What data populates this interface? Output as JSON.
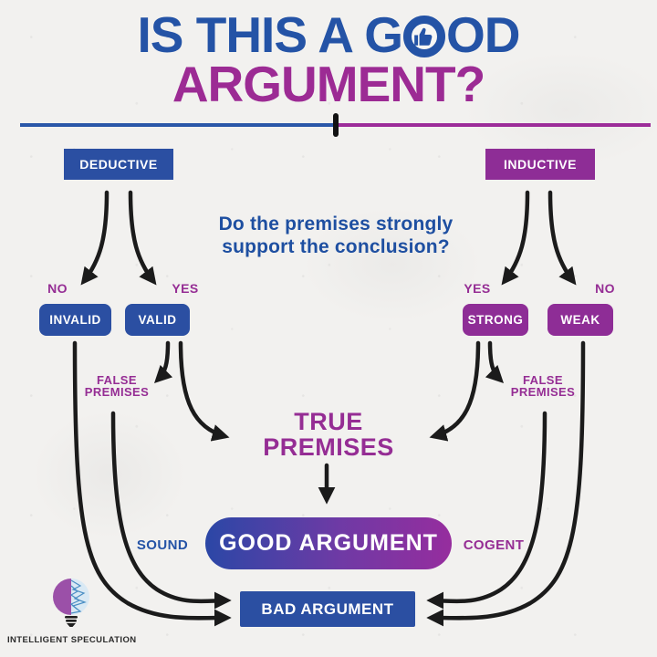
{
  "title": {
    "line1_before": "IS THIS A G",
    "line1_after": "OD",
    "line2": "ARGUMENT?"
  },
  "question": {
    "line1": "Do the premises strongly",
    "line2": "support the conclusion?"
  },
  "deductive": {
    "box": "DEDUCTIVE",
    "no": "NO",
    "yes": "YES",
    "invalid": "INVALID",
    "valid": "VALID",
    "false1": "FALSE",
    "false2": "PREMISES"
  },
  "inductive": {
    "box": "INDUCTIVE",
    "yes": "YES",
    "no": "NO",
    "strong": "STRONG",
    "weak": "WEAK",
    "false1": "FALSE",
    "false2": "PREMISES"
  },
  "center": {
    "true1": "TRUE",
    "true2": "PREMISES",
    "sound": "SOUND",
    "good": "GOOD ARGUMENT",
    "cogent": "COGENT",
    "bad": "BAD ARGUMENT"
  },
  "footer": {
    "brand": "INTELLIGENT SPECULATION"
  },
  "icons": {
    "title_icon": "thumbs-up",
    "logo_icon": "half-purple-half-circuit-lightbulb"
  },
  "colors": {
    "blue": "#2453a6",
    "box_blue": "#2b4fa2",
    "magenta": "#9c2b94",
    "box_purple": "#8e2d96",
    "ink": "#1b1b1b",
    "background": "#f2f1ef",
    "pill_left": "#2b47a6",
    "pill_right": "#962d9e"
  }
}
